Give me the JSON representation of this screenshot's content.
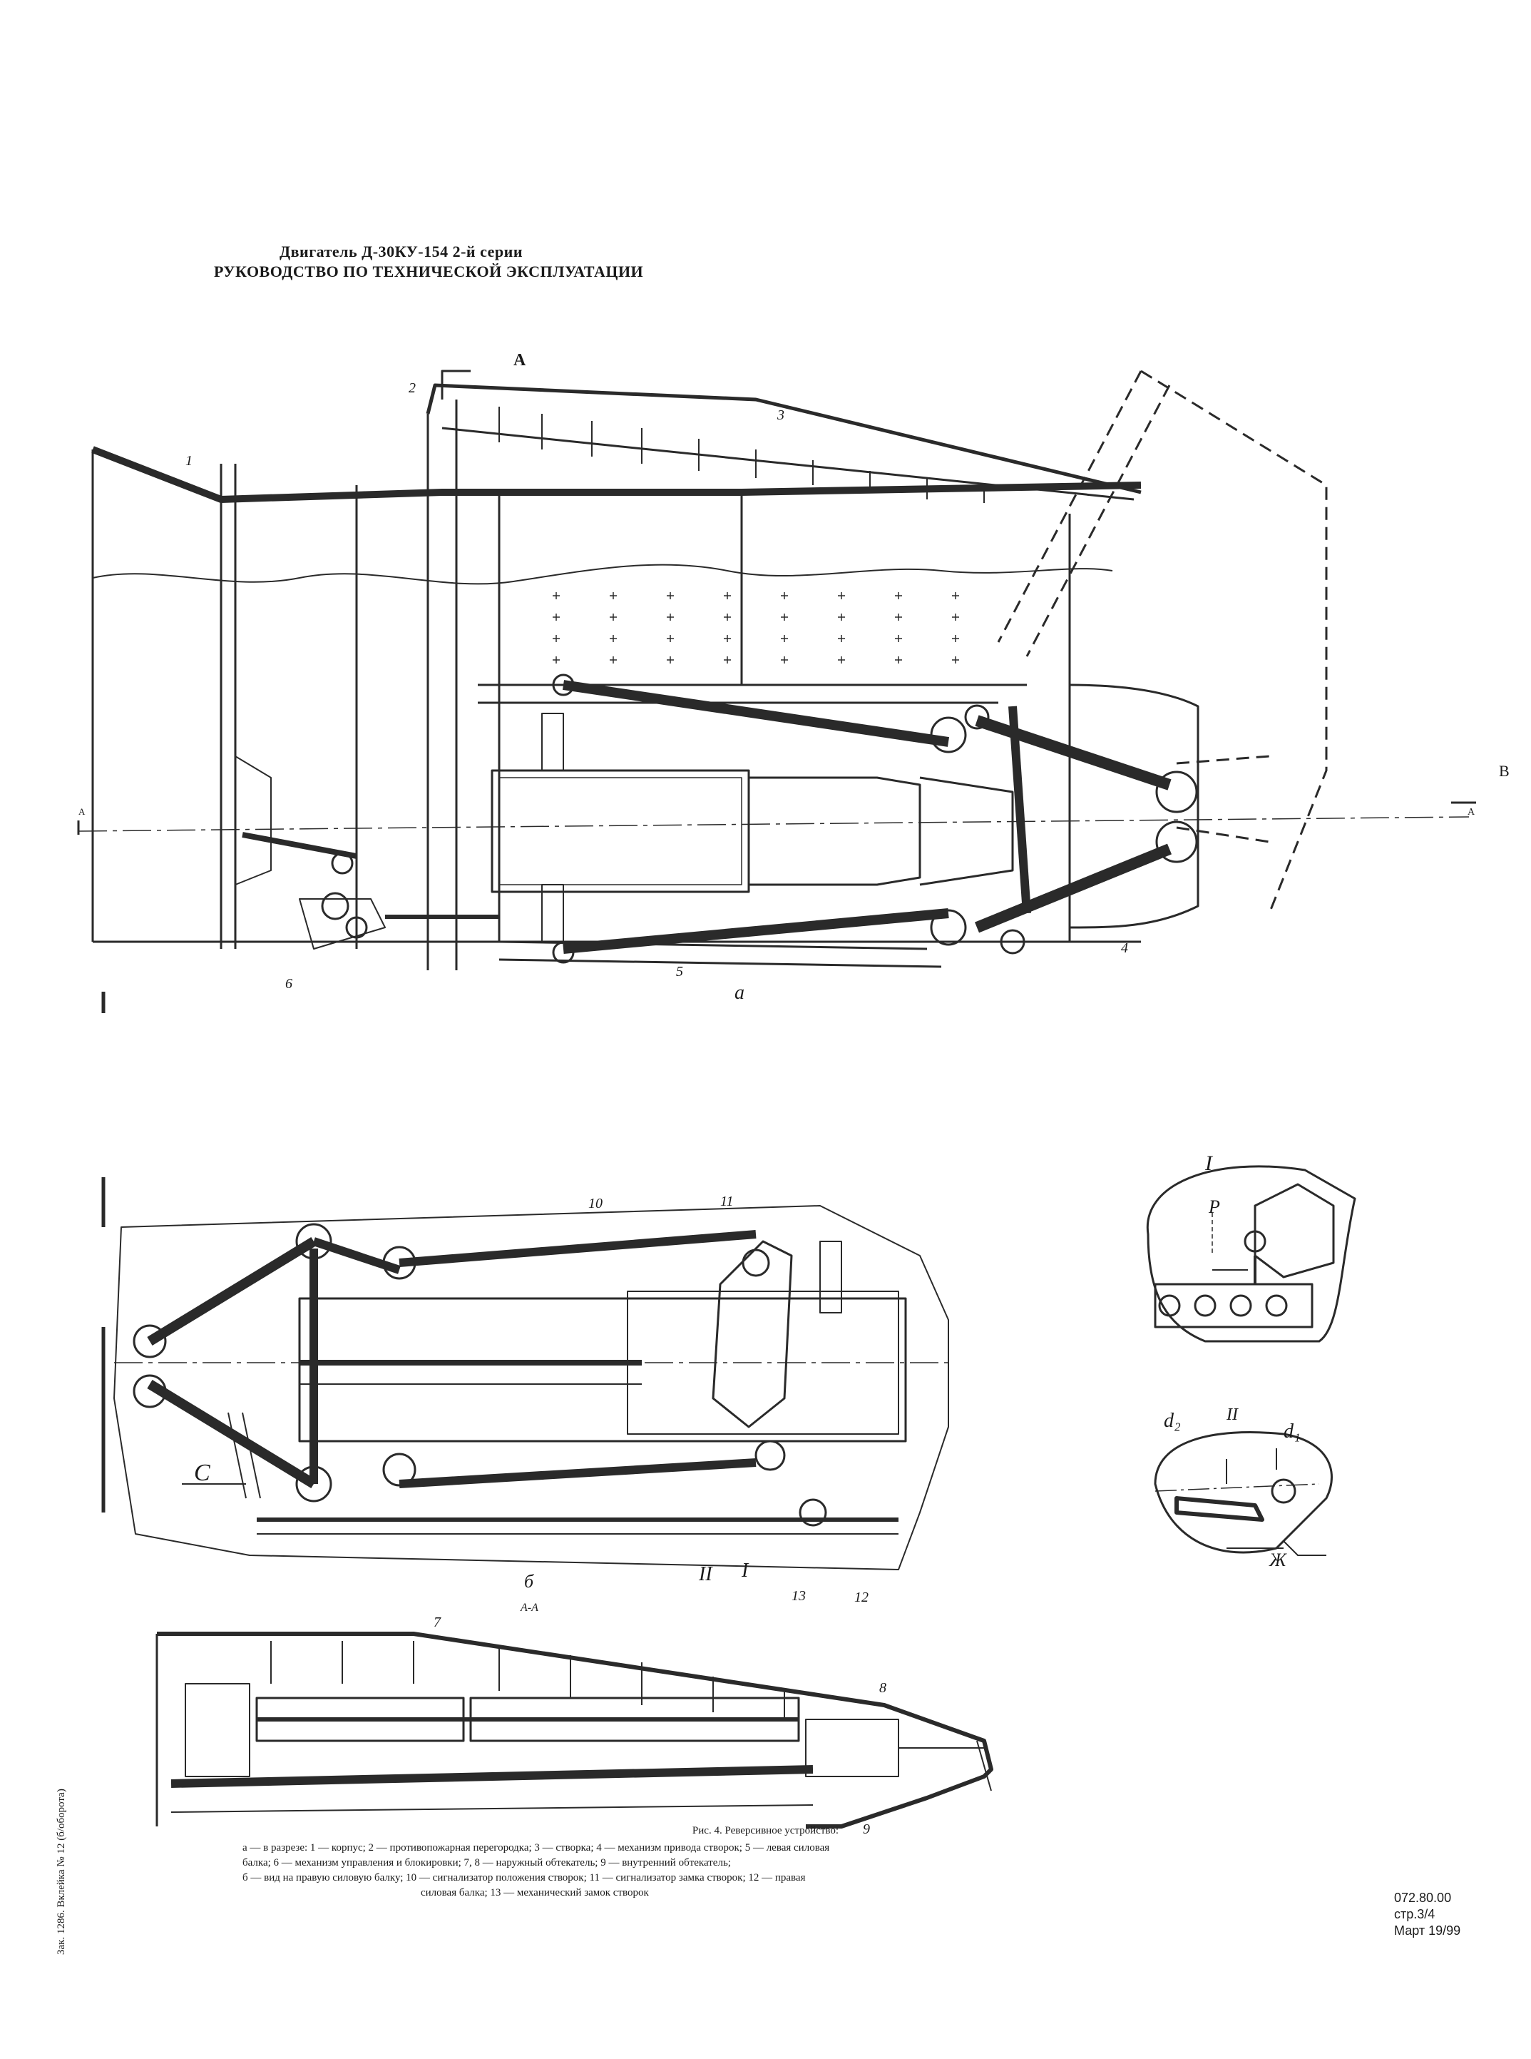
{
  "header": {
    "line1": "Двигатель Д-30КУ-154 2-й серии",
    "line2": "РУКОВОДСТВО ПО ТЕХНИЧЕСКОЙ ЭКСПЛУАТАЦИИ"
  },
  "views": {
    "a": "а",
    "b": "б",
    "section_aa": "А-А",
    "detail_I": "I",
    "detail_II": "II"
  },
  "labels": {
    "A_top": "А",
    "A_left": "А",
    "A_right": "А",
    "B": "В",
    "C": "С",
    "P": "Р",
    "d1": "d₁",
    "d2": "d₂",
    "Zh": "Ж",
    "callout_I": "I",
    "callout_II": "II"
  },
  "positions_numbers": [
    "1",
    "2",
    "3",
    "4",
    "5",
    "6",
    "7",
    "8",
    "9",
    "10",
    "11",
    "12",
    "13"
  ],
  "caption": {
    "title": "Рис. 4. Реверсивное устройство:",
    "line1": "а — в разрезе: 1 — корпус; 2 — противопожарная перегородка; 3 — створка; 4 — механизм привода створок; 5 — левая силовая",
    "line2": "балка; 6 — механизм управления и блокировки; 7, 8 — наружный обтекатель; 9 — внутренний обтекатель;",
    "line3": "б — вид на правую силовую балку; 10 — сигнализатор положения створок; 11 — сигнализатор замка створок; 12 — правая",
    "line4": "силовая балка; 13 — механический замок створок"
  },
  "doc_info": {
    "code": "072.80.00",
    "page": "стр.3/4",
    "date": "Март 19/99"
  },
  "margin_note": "Зак. 1286. Вклейка № 12 (б/оборота)"
}
